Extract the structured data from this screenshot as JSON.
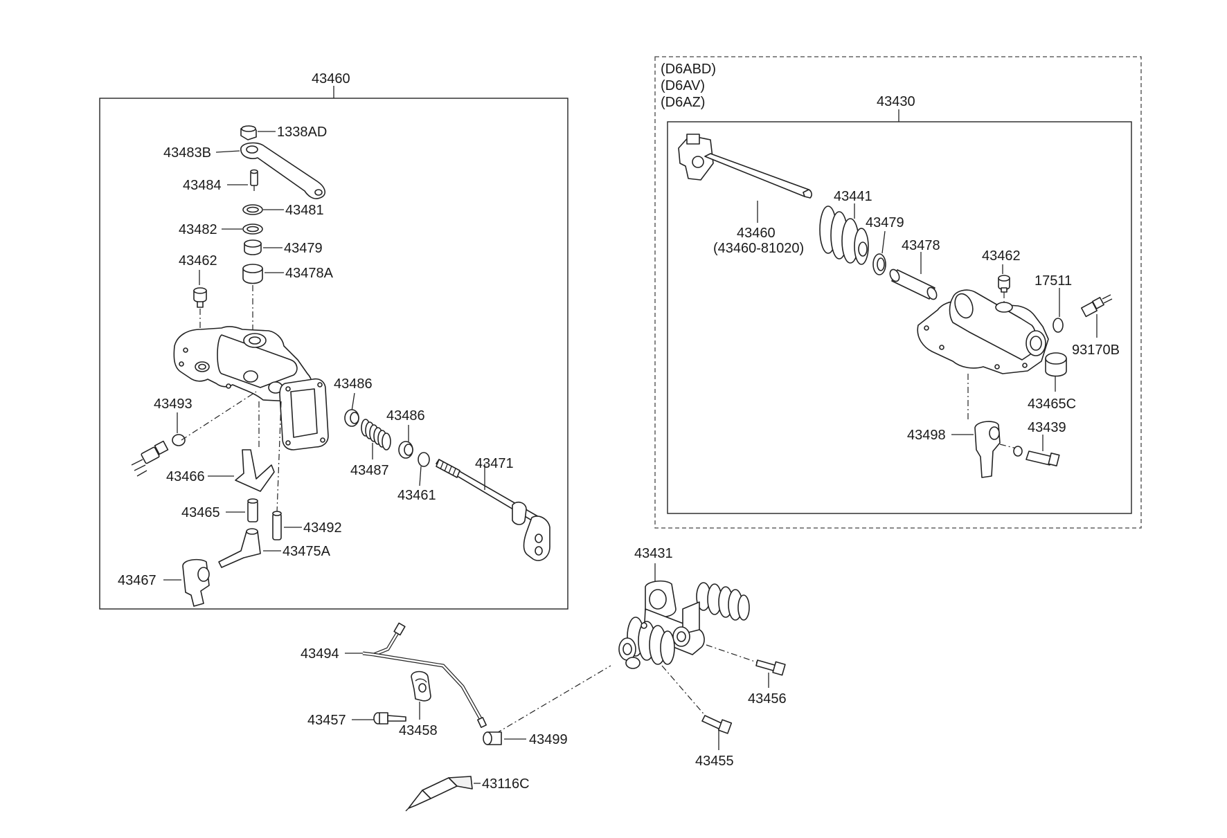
{
  "variants": [
    "(D6ABD)",
    "(D6AV)",
    "(D6AZ)"
  ],
  "left_group": {
    "assembly": "43460",
    "parts": {
      "p1338AD": "1338AD",
      "p43483B": "43483B",
      "p43484": "43484",
      "p43481": "43481",
      "p43482": "43482",
      "p43479": "43479",
      "p43478A": "43478A",
      "p43462": "43462",
      "p43486a": "43486",
      "p43486b": "43486",
      "p43493": "43493",
      "p43487": "43487",
      "p43471": "43471",
      "p43466": "43466",
      "p43461": "43461",
      "p43465": "43465",
      "p43492": "43492",
      "p43475A": "43475A",
      "p43467": "43467"
    }
  },
  "right_group": {
    "assembly": "43430",
    "parts": {
      "p43441": "43441",
      "p43479": "43479",
      "p43460": "43460",
      "p43460_sub": "(43460-81020)",
      "p43478": "43478",
      "p43462": "43462",
      "p17511": "17511",
      "p93170B": "93170B",
      "p43465C": "43465C",
      "p43498": "43498",
      "p43439": "43439"
    }
  },
  "bottom_group": {
    "parts": {
      "p43431": "43431",
      "p43494": "43494",
      "p43456": "43456",
      "p43457": "43457",
      "p43458": "43458",
      "p43499": "43499",
      "p43455": "43455",
      "p43116C": "43116C"
    }
  }
}
